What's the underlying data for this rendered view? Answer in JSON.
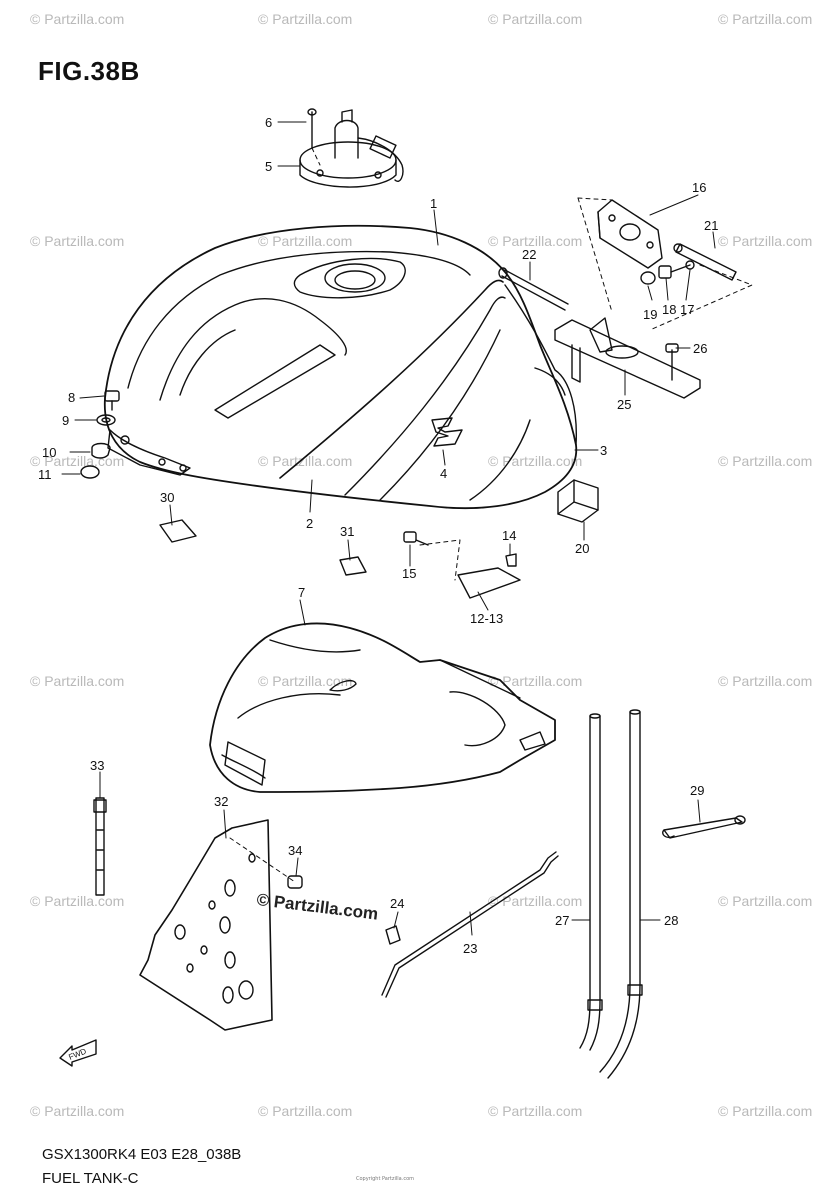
{
  "figure": {
    "title": "FIG.38B",
    "code": "GSX1300RK4 E03 E28_038B",
    "name": "FUEL TANK-C",
    "brand_stamp": "© Partzilla.com",
    "watermark": "© Partzilla.com",
    "copyright": "Copyright Partzilla.com"
  },
  "callouts": {
    "p1": "1",
    "p2": "2",
    "p3": "3",
    "p4": "4",
    "p5": "5",
    "p6": "6",
    "p7": "7",
    "p8": "8",
    "p9": "9",
    "p10": "10",
    "p11": "11",
    "p12": "12-13",
    "p14": "14",
    "p15": "15",
    "p16": "16",
    "p17": "17",
    "p18": "18",
    "p19": "19",
    "p20": "20",
    "p21": "21",
    "p22": "22",
    "p23": "23",
    "p24": "24",
    "p25": "25",
    "p26": "26",
    "p27": "27",
    "p28": "28",
    "p29": "29",
    "p30": "30",
    "p31": "31",
    "p32": "32",
    "p33": "33",
    "p34": "34"
  },
  "direction_marker": "FWD",
  "colors": {
    "line": "#111111",
    "watermark": "#b9b9b9",
    "background": "#ffffff"
  }
}
